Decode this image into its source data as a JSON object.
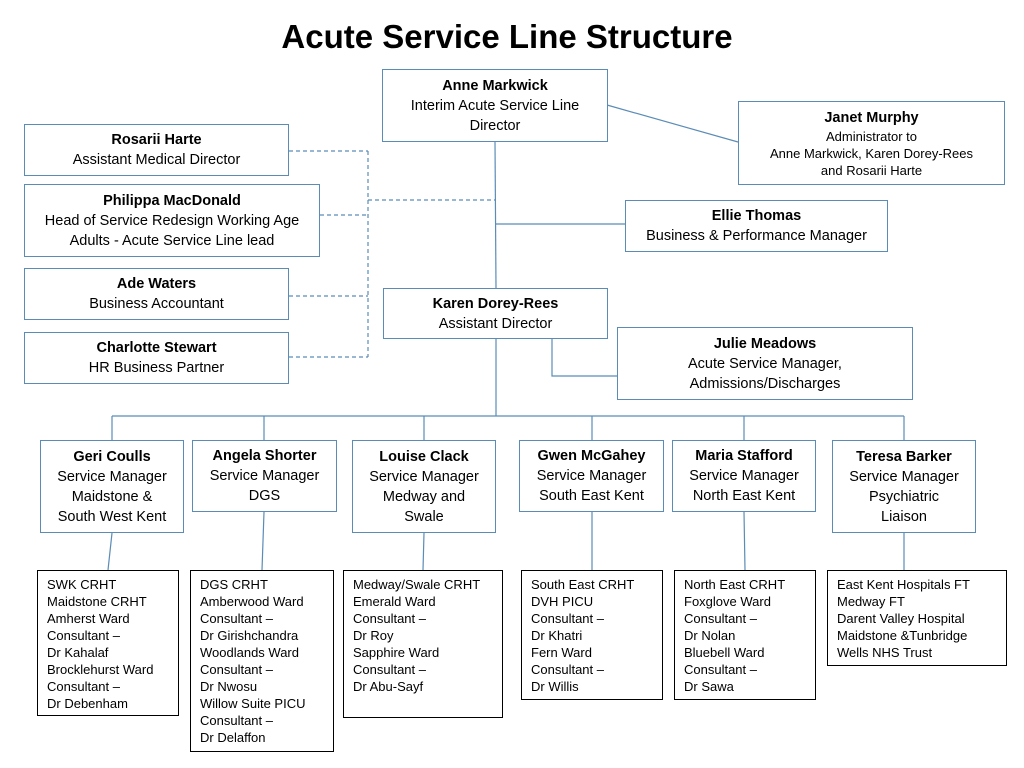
{
  "title": "Acute Service Line Structure",
  "director": {
    "name": "Anne Markwick",
    "role_line1": "Interim Acute Service Line",
    "role_line2": "Director"
  },
  "admin": {
    "name": "Janet Murphy",
    "role_line1": "Administrator to",
    "role_line2": "Anne Markwick, Karen Dorey-Rees",
    "role_line3": "and Rosarii Harte"
  },
  "advisors": [
    {
      "name": "Rosarii Harte",
      "role_line1": "Assistant Medical Director",
      "role_line2": ""
    },
    {
      "name": "Philippa MacDonald",
      "role_line1": "Head of Service Redesign Working Age",
      "role_line2": "Adults - Acute Service Line lead"
    },
    {
      "name": "Ade Waters",
      "role_line1": "Business Accountant",
      "role_line2": ""
    },
    {
      "name": "Charlotte Stewart",
      "role_line1": "HR Business Partner",
      "role_line2": ""
    }
  ],
  "business": {
    "name": "Ellie Thomas",
    "role_line1": "Business & Performance Manager"
  },
  "assistant_director": {
    "name": "Karen Dorey-Rees",
    "role_line1": "Assistant Director"
  },
  "acute_manager": {
    "name": "Julie Meadows",
    "role_line1": "Acute Service Manager,",
    "role_line2": "Admissions/Discharges"
  },
  "managers": [
    {
      "name": "Geri Coulls",
      "lines": [
        "Service Manager",
        "Maidstone &",
        "South West Kent"
      ],
      "services": [
        "SWK CRHT",
        "Maidstone CRHT",
        "Amherst Ward",
        "Consultant –",
        "Dr Kahalaf",
        "Brocklehurst Ward",
        "Consultant –",
        "Dr Debenham"
      ]
    },
    {
      "name": "Angela Shorter",
      "lines": [
        "Service Manager",
        "DGS"
      ],
      "services": [
        "DGS CRHT",
        "Amberwood Ward",
        "Consultant –",
        "Dr Girishchandra",
        "Woodlands Ward",
        "Consultant –",
        "Dr Nwosu",
        "Willow Suite PICU",
        "Consultant –",
        "Dr Delaffon"
      ]
    },
    {
      "name": "Louise Clack",
      "lines": [
        "Service Manager",
        "Medway and",
        "Swale"
      ],
      "services": [
        "Medway/Swale CRHT",
        "Emerald Ward",
        "Consultant –",
        "Dr Roy",
        "Sapphire Ward",
        "Consultant –",
        "Dr Abu-Sayf"
      ]
    },
    {
      "name": "Gwen McGahey",
      "lines": [
        "Service Manager",
        "South East Kent"
      ],
      "services": [
        "South East CRHT",
        "DVH PICU",
        "Consultant –",
        "Dr Khatri",
        "Fern Ward",
        "Consultant –",
        "Dr Willis"
      ]
    },
    {
      "name": "Maria Stafford",
      "lines": [
        "Service Manager",
        "North East Kent"
      ],
      "services": [
        "North East CRHT",
        "Foxglove Ward",
        "Consultant –",
        "Dr Nolan",
        "Bluebell Ward",
        "Consultant –",
        "Dr Sawa"
      ]
    },
    {
      "name": "Teresa Barker",
      "lines": [
        "Service Manager",
        "Psychiatric",
        "Liaison"
      ],
      "services": [
        "East Kent Hospitals FT",
        "Medway FT",
        "Darent Valley Hospital",
        "Maidstone &Tunbridge",
        "Wells NHS Trust"
      ]
    }
  ]
}
